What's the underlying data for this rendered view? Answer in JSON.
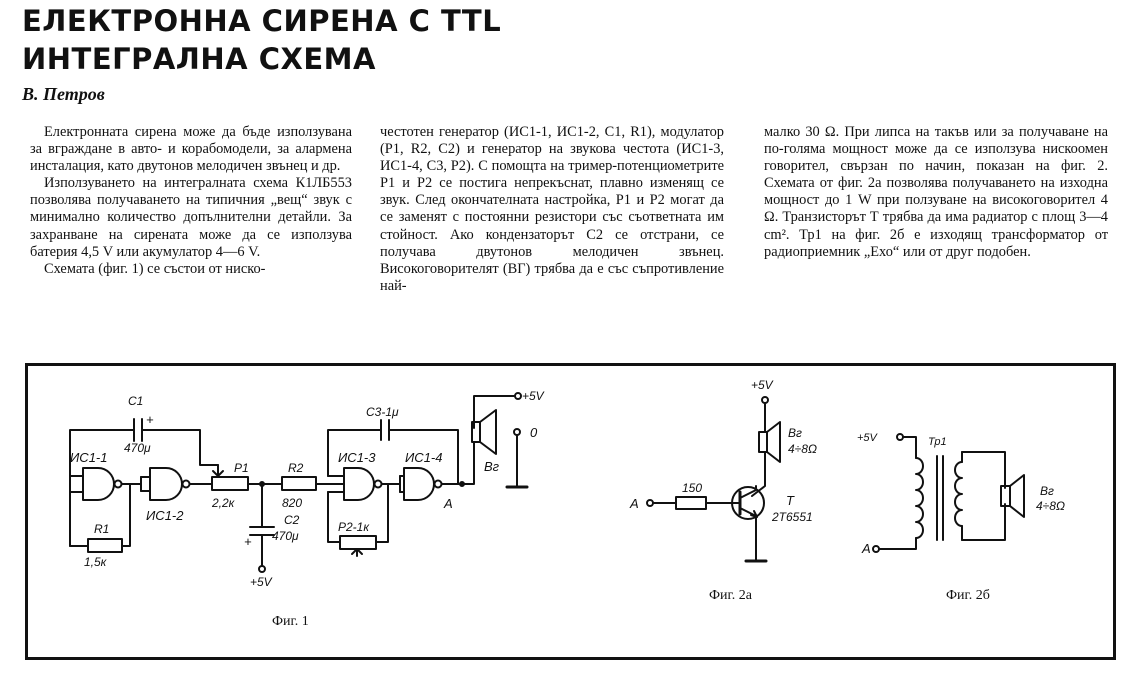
{
  "header": {
    "title_line1": "ЕЛЕКТРОННА СИРЕНА С TTL",
    "title_line2": "ИНТЕГРАЛНА СХЕМА",
    "author": "В. Петров"
  },
  "columns": [
    [
      "Електронната сирена може да бъде използувана за вграждане в авто- и корабомодели, за алармена инсталация, като двутонов мелодичен звънец и др.",
      "Използуването на интегралната схема К1ЛБ553 позволява получаването на типичния „вещ“ звук с минимално количество допълнителни детайли. За захранване на сирената може да се използува батерия 4,5 V или акумулатор 4—6 V.",
      "Схемата (фиг. 1) се състои от ниско-"
    ],
    [
      "честотен генератор (ИС1-1, ИС1-2, С1, R1), модулатор (P1, R2, C2) и генератор на звукова честота (ИС1-3, ИС1-4, С3, Р2). С помощта на тример-потенциометрите Р1 и Р2 се постига непрекъснат, плавно изменящ се звук. След окончателната настройка, Р1 и Р2 могат да се заменят с постоянни резистори със съответната им стойност. Ако кондензаторът С2 се отстрани, се получава двутонов мелодичен звънец. Високоговорителят (ВГ) трябва да е със съпротивление най-"
    ],
    [
      "малко 30 Ω. При липса на такъв или за получаване на по-голяма мощност може да се използува нискоомен говорител, свързан по начин, показан на фиг. 2. Схемата от фиг. 2а позволява получаването на изходна мощност до 1 W при ползуване на високоговорител 4 Ω. Транзисторът Т трябва да има радиатор с площ 3—4 cm². Тр1 на фиг. 2б е изходящ трансформатор от радиоприемник „Ехо“ или от друг подобен."
    ]
  ],
  "fig1": {
    "caption": "Фиг. 1",
    "c1": "C1",
    "c1_val": "470μ",
    "ic11": "ИС1-1",
    "ic12": "ИС1-2",
    "ic13": "ИС1-3",
    "ic14": "ИС1-4",
    "r1": "R1",
    "r1_val": "1,5к",
    "p1": "P1",
    "p1_val": "2,2к",
    "r2": "R2",
    "r2_val": "820",
    "c2": "C2",
    "c2_val": "470μ",
    "c3": "C3-1μ",
    "p2": "P2-1к",
    "vplus": "+5V",
    "out_a": "A",
    "zero": "0",
    "bg": "Вг"
  },
  "fig2a": {
    "caption": "Фиг. 2а",
    "vplus": "+5V",
    "bg": "Вг",
    "bg_val": "4÷8Ω",
    "r": "150",
    "in_a": "A",
    "t": "T",
    "t_val": "2T6551"
  },
  "fig2b": {
    "caption": "Фиг. 2б",
    "vplus": "+5V",
    "tr": "Тр1",
    "in_a": "A",
    "bg": "Вг",
    "bg_val": "4÷8Ω"
  }
}
